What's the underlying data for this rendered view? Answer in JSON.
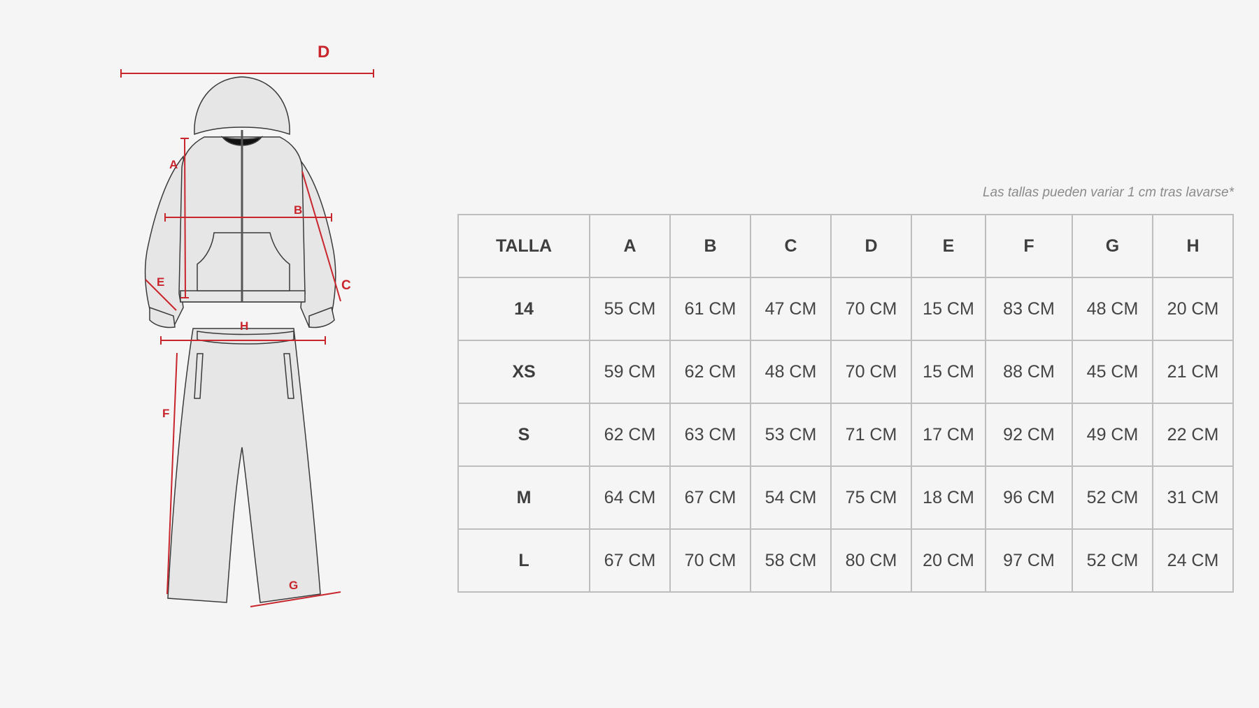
{
  "illustration": {
    "accent_color": "#c8252c",
    "labels": {
      "A": "A",
      "B": "B",
      "C": "C",
      "D": "D",
      "E": "E",
      "F": "F",
      "G": "G",
      "H": "H"
    }
  },
  "note": "Las tallas pueden variar 1 cm tras lavarse*",
  "table": {
    "headers": [
      "TALLA",
      "A",
      "B",
      "C",
      "D",
      "E",
      "F",
      "G",
      "H"
    ],
    "rows": [
      [
        "14",
        "55 CM",
        "61 CM",
        "47 CM",
        "70 CM",
        "15 CM",
        "83 CM",
        "48 CM",
        "20 CM"
      ],
      [
        "XS",
        "59 CM",
        "62 CM",
        "48 CM",
        "70 CM",
        "15 CM",
        "88 CM",
        "45 CM",
        "21 CM"
      ],
      [
        "S",
        "62 CM",
        "63 CM",
        "53 CM",
        "71 CM",
        "17 CM",
        "92 CM",
        "49 CM",
        "22 CM"
      ],
      [
        "M",
        "64 CM",
        "67 CM",
        "54 CM",
        "75 CM",
        "18 CM",
        "96 CM",
        "52 CM",
        "31 CM"
      ],
      [
        "L",
        "67 CM",
        "70 CM",
        "58 CM",
        "80 CM",
        "20 CM",
        "97 CM",
        "52 CM",
        "24 CM"
      ]
    ]
  }
}
